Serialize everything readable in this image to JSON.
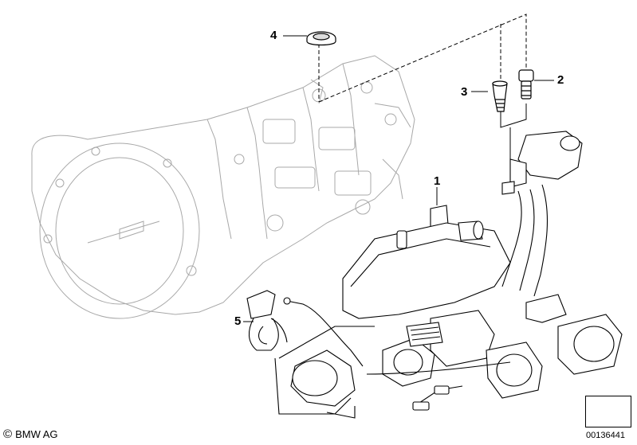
{
  "diagram": {
    "callouts": [
      {
        "label": "1"
      },
      {
        "label": "2"
      },
      {
        "label": "3"
      },
      {
        "label": "4"
      },
      {
        "label": "5"
      }
    ]
  },
  "footer": {
    "copyright_symbol": "©",
    "brand": "BMW AG",
    "part_number": "00136441"
  },
  "icons": {
    "nav_arrow": "arrow-down-left-icon"
  },
  "colors": {
    "line": "#000000",
    "ghost_line": "#9a9a9a",
    "background": "#ffffff"
  }
}
